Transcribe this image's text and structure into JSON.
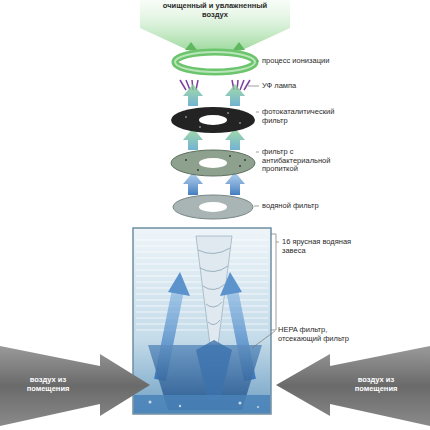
{
  "diagram": {
    "nodes": [
      {
        "text": [
          "воздух из помещения"
        ]
      },
      {
        "text": [
          "воздух из помещения"
        ]
      }
    ],
    "labels": [
      "очищенный и увлажненный воздух",
      "процесс ионизации",
      "УФ лампа",
      "фотокаталитический фильтр",
      "фильтр с антибактериальной пропиткой",
      "водяной фильтр",
      "16 ярусная водяная завеса",
      "HEPA фильтр, отсекающий фильтр"
    ]
  }
}
